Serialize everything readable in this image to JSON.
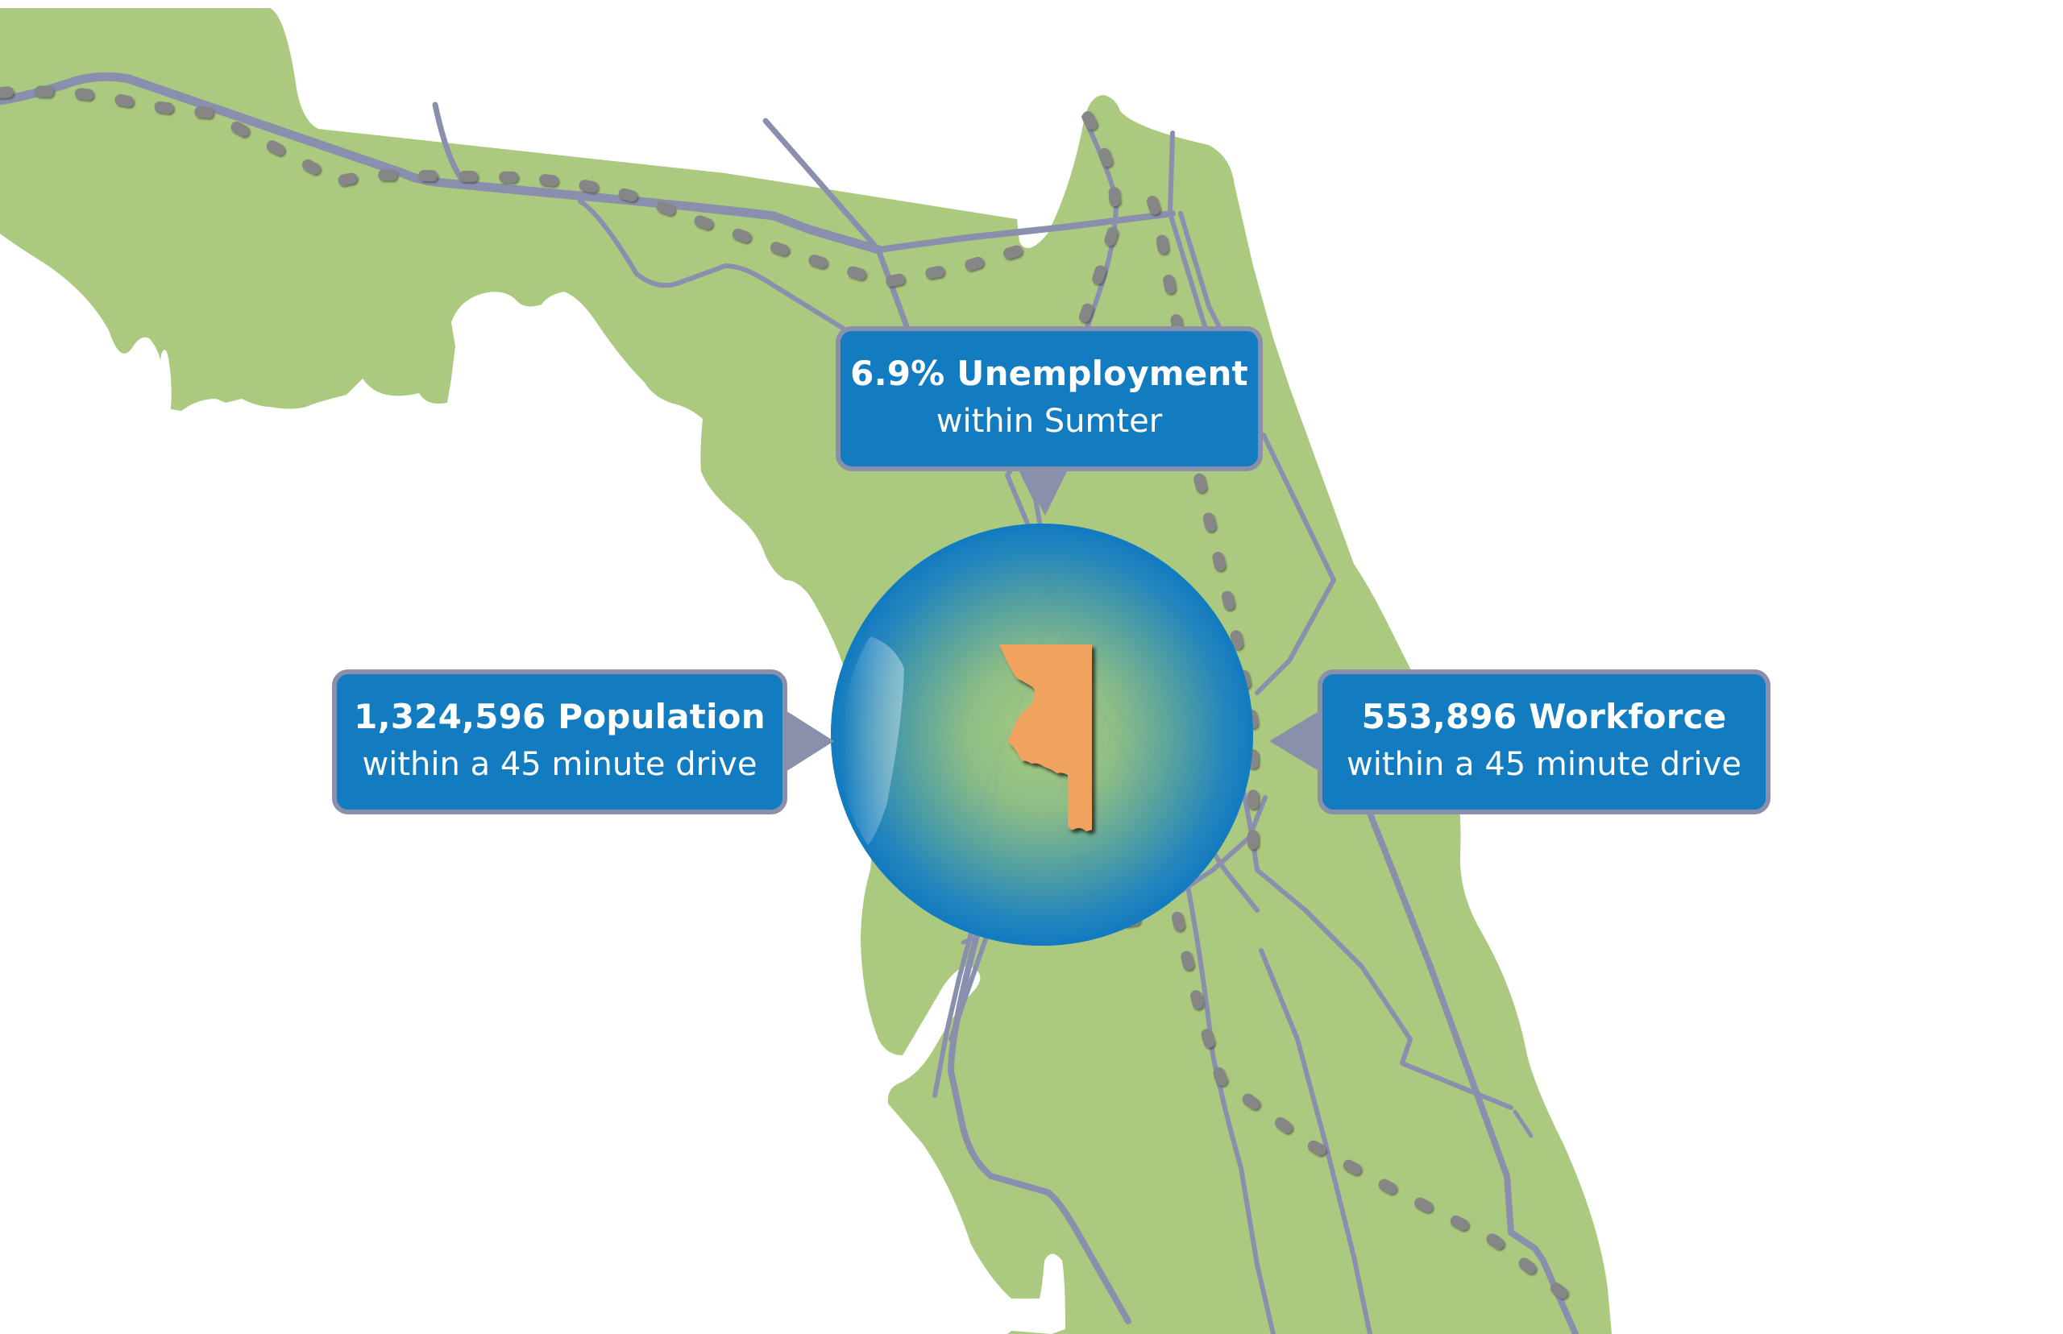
{
  "map": {
    "region": "Florida",
    "highlighted_county": "Sumter",
    "colors": {
      "land": "#abca7f",
      "water": "#ffffff",
      "road": "#8b8fae",
      "rail_dot": "#868686",
      "callout_fill": "#137bc0",
      "callout_border": "#8a8fab",
      "county_fill": "#f0a35e",
      "globe_edge": "#137bc0",
      "globe_center": "#a6cc7f"
    }
  },
  "callouts": {
    "unemployment": {
      "headline": "6.9% Unemployment",
      "subline": "within Sumter"
    },
    "population": {
      "headline": "1,324,596 Population",
      "subline": "within a 45 minute drive"
    },
    "workforce": {
      "headline": "553,896 Workforce",
      "subline": "within a 45 minute drive"
    }
  }
}
